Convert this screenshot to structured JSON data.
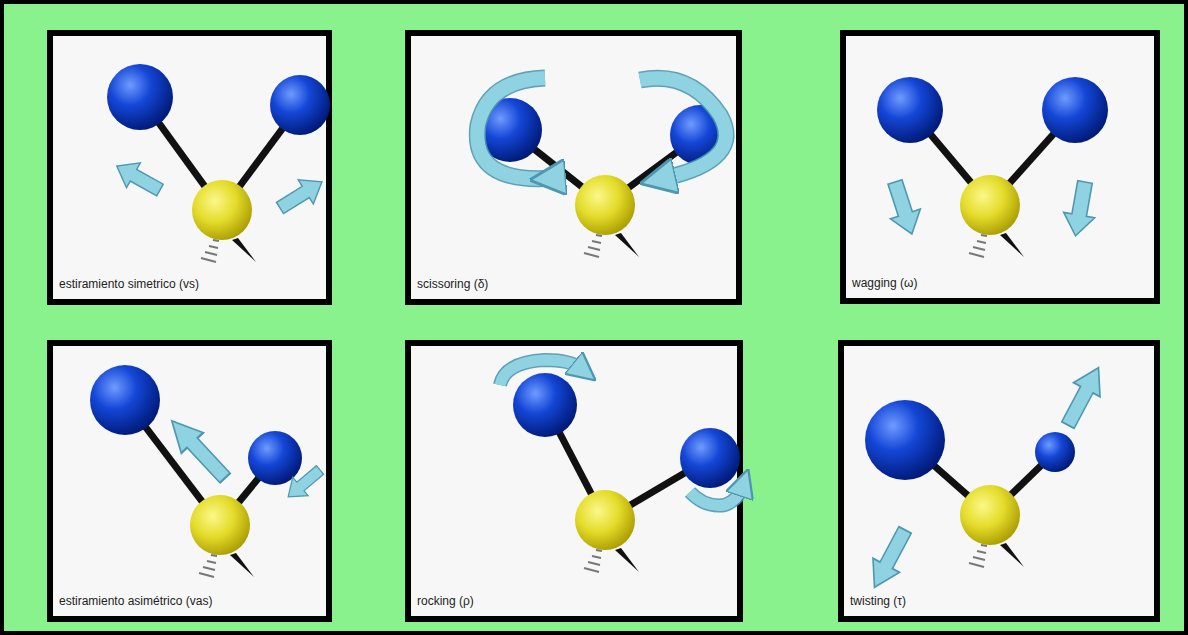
{
  "diagram": {
    "nodes": [
      {
        "text": [
          "estiramiento simetrico (vs)"
        ]
      },
      {
        "text": [
          "scissoring (δ)"
        ]
      },
      {
        "text": [
          "wagging (ω)"
        ]
      },
      {
        "text": [
          "estiramiento asimétrico (vas)"
        ]
      },
      {
        "text": [
          "rocking (ρ)"
        ]
      },
      {
        "text": [
          "twisting (τ)"
        ]
      }
    ]
  }
}
